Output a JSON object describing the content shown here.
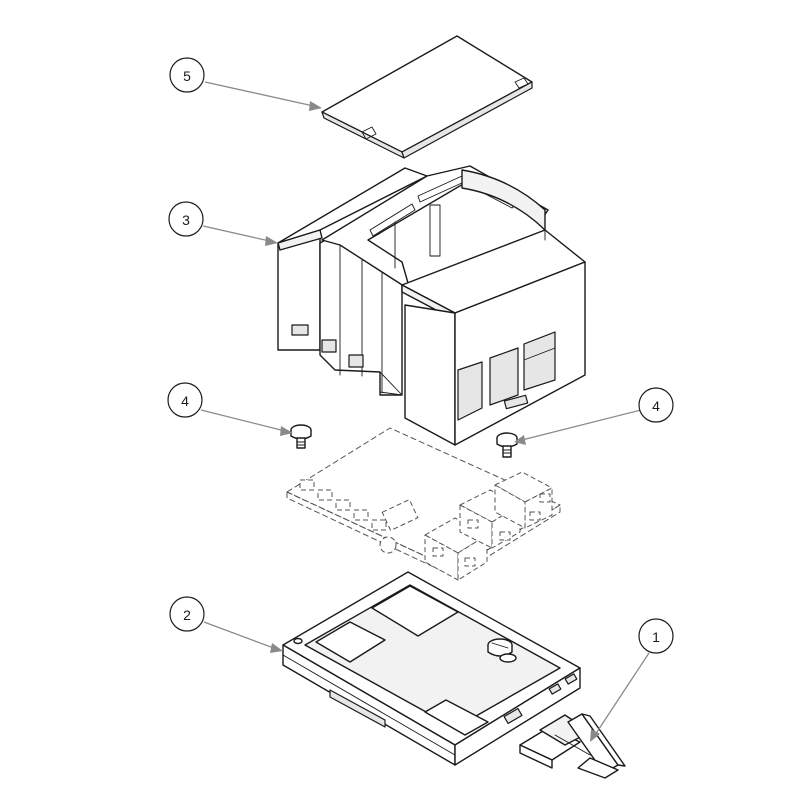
{
  "callouts": [
    {
      "id": "callout-1",
      "label": "1",
      "part": "din-rail-clip"
    },
    {
      "id": "callout-2",
      "label": "2",
      "part": "base"
    },
    {
      "id": "callout-3",
      "label": "3",
      "part": "housing"
    },
    {
      "id": "callout-4a",
      "label": "4",
      "part": "screw-left"
    },
    {
      "id": "callout-4b",
      "label": "4",
      "part": "screw-right"
    },
    {
      "id": "callout-5",
      "label": "5",
      "part": "cover-plate"
    }
  ],
  "colors": {
    "line": "#1a1a1a",
    "leader": "#8a8a8a",
    "pcb_dashed": "#555555",
    "background": "#ffffff"
  }
}
